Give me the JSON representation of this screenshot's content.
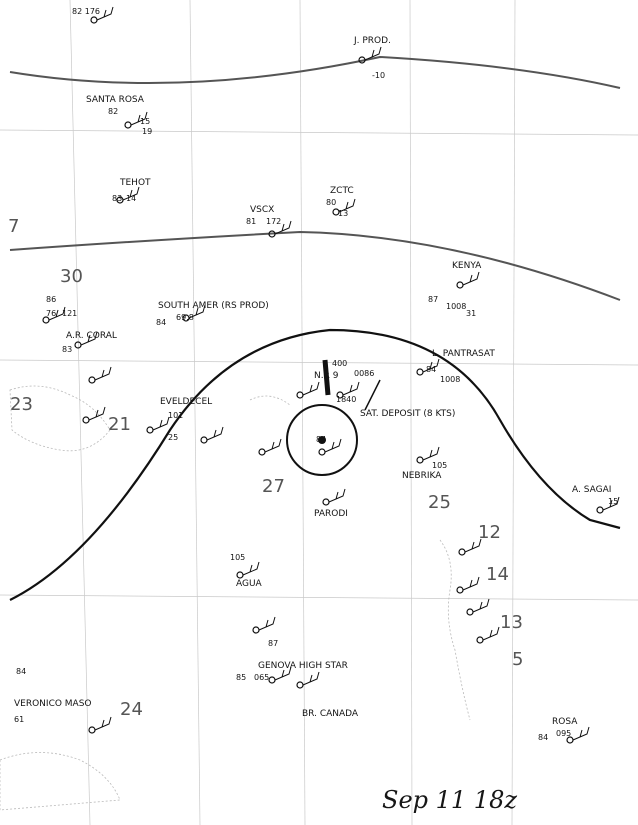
{
  "map": {
    "date_label": "Sep 11 18z",
    "top_corner": "82 176",
    "big_numbers": [
      "30",
      "23",
      "21",
      "27",
      "25",
      "24",
      "12",
      "14",
      "13",
      "5",
      "7"
    ],
    "stations": [
      {
        "name": "SANTA ROSA",
        "obs": [
          "82",
          "15",
          "19"
        ]
      },
      {
        "name": "TEHOT",
        "obs": [
          "83",
          "14"
        ]
      },
      {
        "name": "ZCTC",
        "obs": [
          "80",
          "13"
        ]
      },
      {
        "name": "VSCX",
        "obs": [
          "81",
          "172"
        ]
      },
      {
        "name": "J. PROD.",
        "obs": [
          "-10"
        ]
      },
      {
        "name": "KENYA",
        "obs": [
          "87",
          "1008",
          "31"
        ]
      },
      {
        "name": "SOUTH AMER (RS PROD)",
        "obs": [
          "84",
          "69.8"
        ]
      },
      {
        "name": "A.R. CORAL",
        "obs": [
          "83",
          "86",
          "76",
          "121"
        ]
      },
      {
        "name": "EVELDECEL",
        "obs": [
          "101",
          "25"
        ]
      },
      {
        "name": "N.R 9",
        "obs": [
          "400",
          "0086"
        ]
      },
      {
        "name": "SAT. DEPOSIT (8 KTS)",
        "obs": [
          "1840",
          "84"
        ]
      },
      {
        "name": "L. PANTRASAT",
        "obs": [
          "84",
          "1008"
        ]
      },
      {
        "name": "NEBRIKA",
        "obs": [
          "105"
        ]
      },
      {
        "name": "PARODI",
        "obs": []
      },
      {
        "name": "A. SAGAI",
        "obs": [
          "15"
        ]
      },
      {
        "name": "AGUA",
        "obs": [
          "105"
        ]
      },
      {
        "name": "GENOVA HIGH STAR",
        "obs": [
          "85",
          "065",
          "87"
        ]
      },
      {
        "name": "BR. CANADA",
        "obs": []
      },
      {
        "name": "VERONICO MASO",
        "obs": [
          "84",
          "61"
        ]
      },
      {
        "name": "ROSA",
        "obs": [
          "84",
          "095"
        ]
      }
    ]
  }
}
